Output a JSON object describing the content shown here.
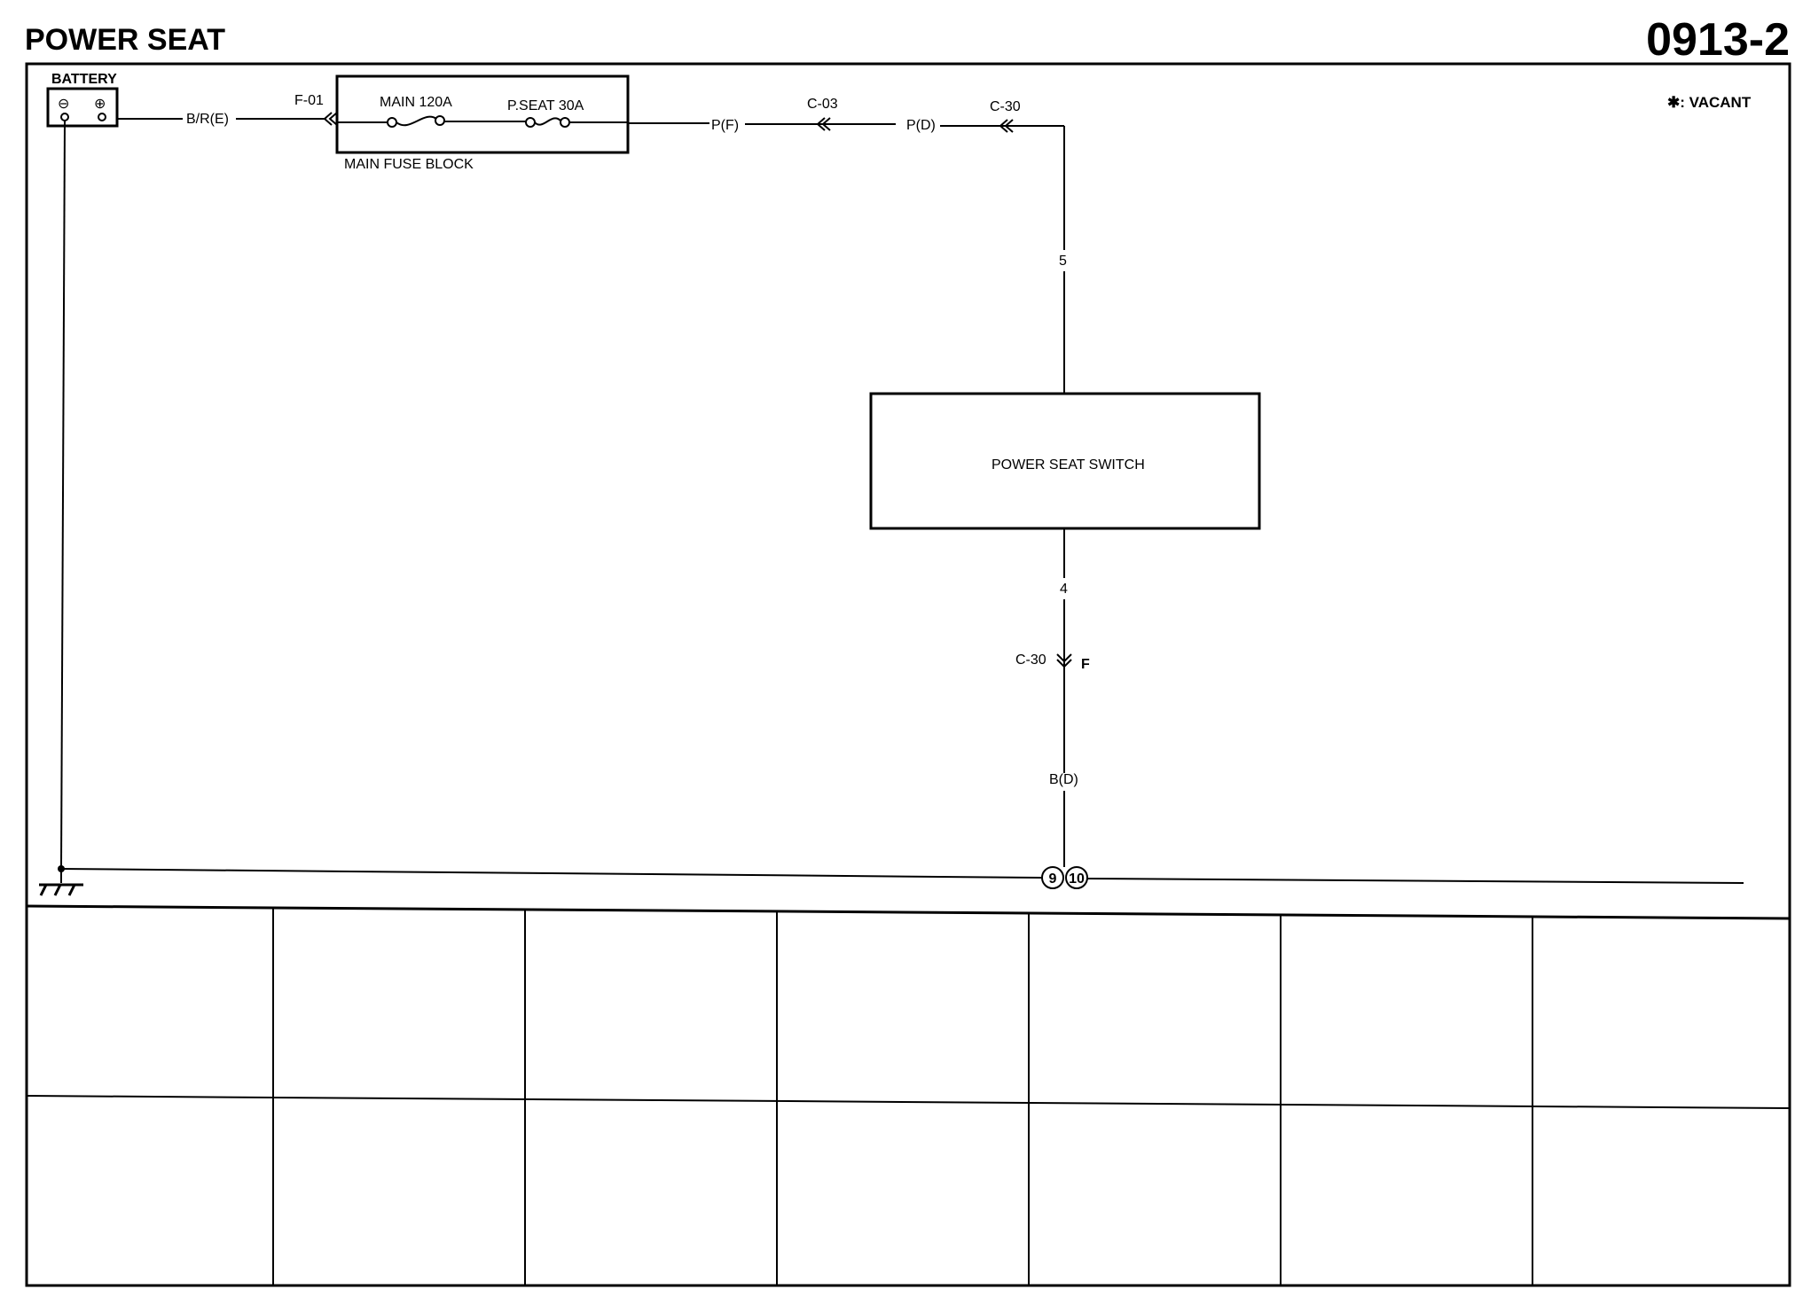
{
  "header": {
    "title": "POWER SEAT",
    "page_code": "0913-2"
  },
  "legend": {
    "vacant_note": "✱: VACANT"
  },
  "battery": {
    "label": "BATTERY",
    "neg_symbol": "⊖",
    "pos_symbol": "⊕"
  },
  "wires": {
    "battery_out": "B/R(E)",
    "fuse_out": "P(F)",
    "mid": "P(D)",
    "ground": "B(D)"
  },
  "connectors": {
    "f01": "F-01",
    "c03": "C-03",
    "c30_top": "C-30",
    "c30_bottom": "C-30",
    "c30_bottom_suffix": "F"
  },
  "fuse_block": {
    "label": "MAIN FUSE BLOCK",
    "main_fuse": "MAIN 120A",
    "seat_fuse": "P.SEAT 30A"
  },
  "switch": {
    "label": "POWER SEAT SWITCH",
    "pin_top": "5",
    "pin_bottom": "4"
  },
  "ground_points": {
    "left": "9",
    "right": "10"
  }
}
